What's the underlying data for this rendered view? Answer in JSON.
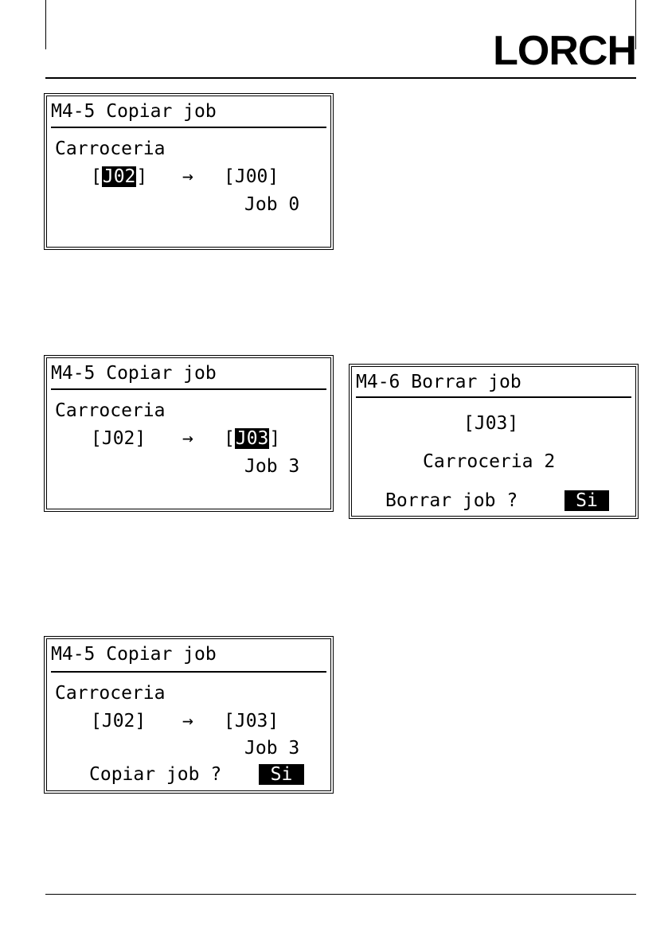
{
  "header": {
    "logo": "LORCH"
  },
  "screens": {
    "copy1": {
      "title": "M4-5 Copiar job",
      "subtitle": "Carroceria",
      "src_open": "[",
      "src_sel": "J02",
      "src_close": "]",
      "arrow": "→",
      "dst": "[J00]",
      "job_name": "Job 0"
    },
    "copy2": {
      "title": "M4-5 Copiar job",
      "subtitle": "Carroceria",
      "src": "[J02]",
      "arrow": "→",
      "dst_open": "[",
      "dst_sel": "J03",
      "dst_close": "]",
      "job_name": "Job 3"
    },
    "delete": {
      "title": "M4-6 Borrar job",
      "job_id": "[J03]",
      "job_name": "Carroceria 2",
      "prompt": "Borrar job ?",
      "confirm": "Si"
    },
    "copy3": {
      "title": "M4-5 Copiar job",
      "subtitle": "Carroceria",
      "src": "[J02]",
      "arrow": "→",
      "dst": "[J03]",
      "job_name": "Job 3",
      "prompt": "Copiar job ?",
      "confirm": "Si"
    }
  }
}
